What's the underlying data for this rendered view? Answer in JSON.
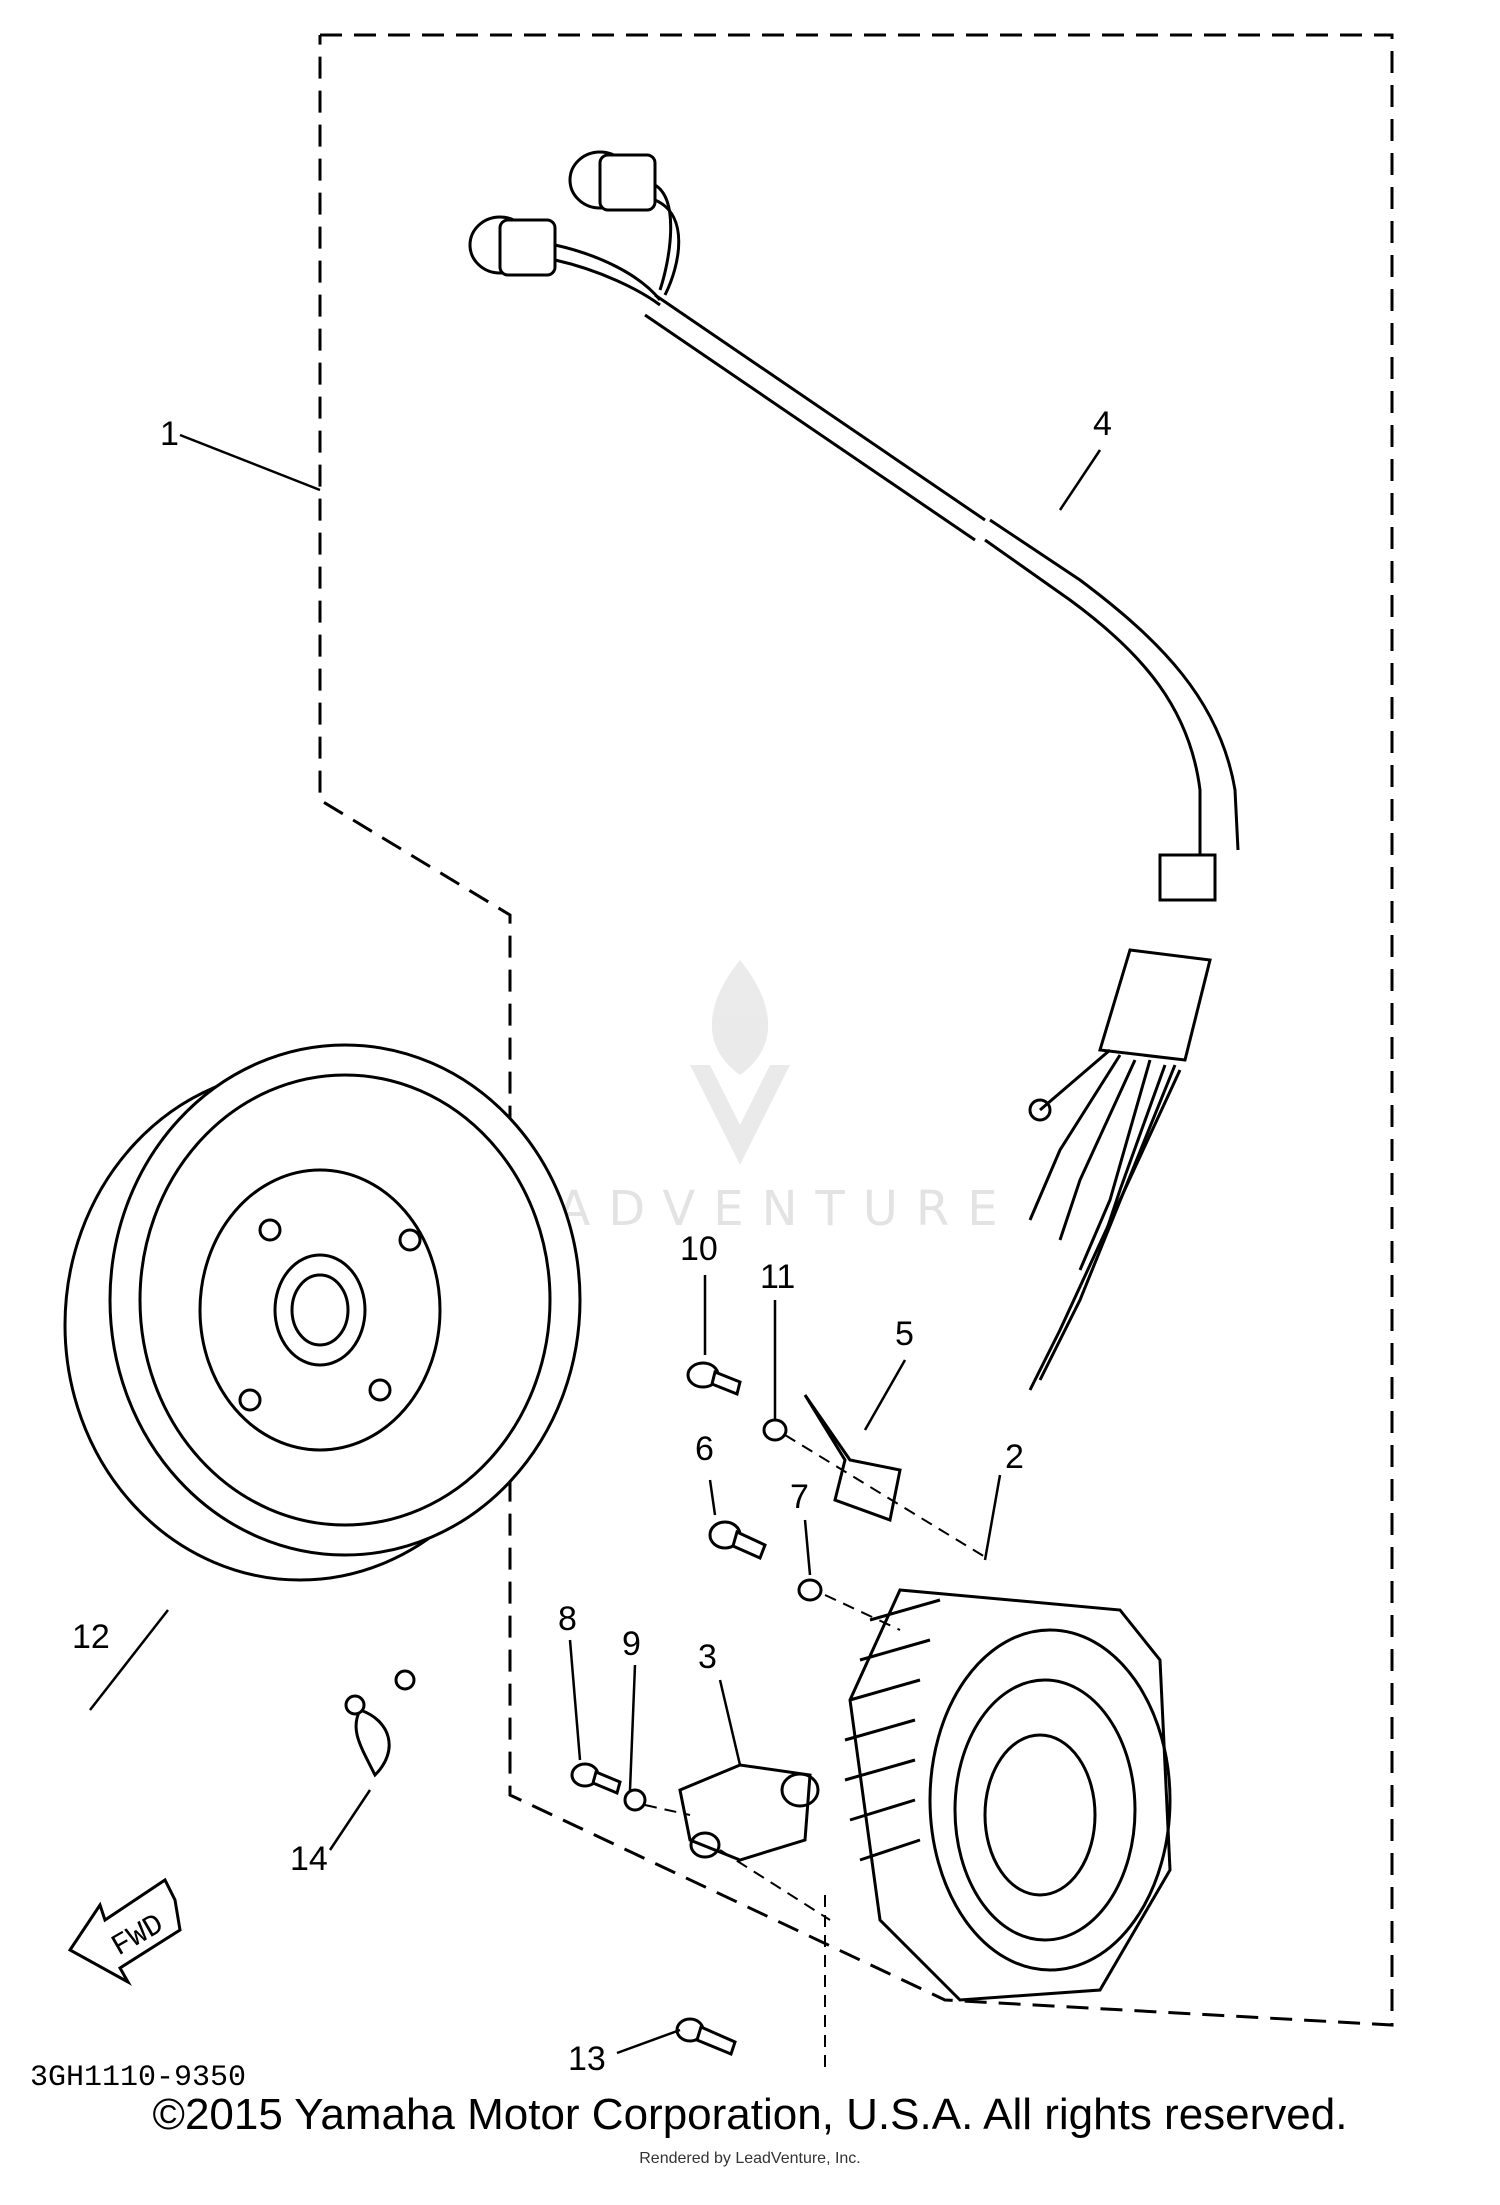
{
  "diagram": {
    "callouts": [
      "1",
      "2",
      "3",
      "4",
      "5",
      "6",
      "7",
      "8",
      "9",
      "10",
      "11",
      "12",
      "13",
      "14"
    ],
    "diagram_code": "3GH1110-9350",
    "fwd_label": "FWD"
  },
  "watermark": {
    "brand": "LEADVENTURE"
  },
  "footer": {
    "copyright": "©2015 Yamaha Motor Corporation, U.S.A. All rights reserved.",
    "rendered_by": "Rendered by LeadVenture, Inc."
  }
}
